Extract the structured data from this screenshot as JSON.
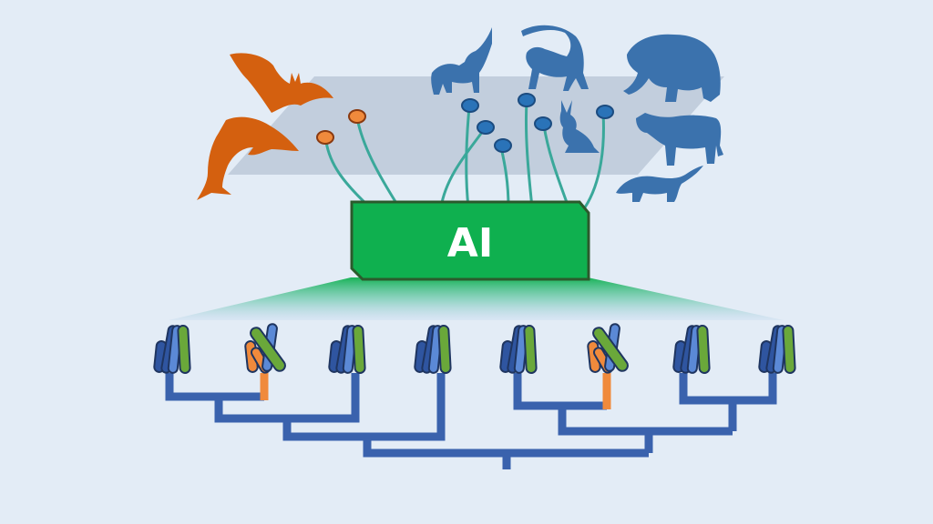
{
  "ai_box": {
    "label": "AI"
  },
  "colors": {
    "background": "#e3ecf6",
    "plane": "#bcc9d8",
    "orange": "#d4600f",
    "orange_dot": "#f08a3c",
    "blue_animal": "#3b72ad",
    "blue_dot": "#2a73b8",
    "stem": "#3aa89a",
    "ai_green": "#0fb04f",
    "ai_border": "#2b5a2c",
    "tree_blue": "#3a62ad",
    "tree_orange": "#f08a3c",
    "helix_dark": "#2f55a0",
    "helix_light": "#5b89d6",
    "helix_green": "#6aa83a"
  },
  "animals": [
    {
      "name": "bat",
      "group": "orange"
    },
    {
      "name": "dolphin",
      "group": "orange"
    },
    {
      "name": "wolf",
      "group": "blue"
    },
    {
      "name": "monkey",
      "group": "blue"
    },
    {
      "name": "elephant",
      "group": "blue"
    },
    {
      "name": "rabbit",
      "group": "blue"
    },
    {
      "name": "cow",
      "group": "blue"
    },
    {
      "name": "anteater",
      "group": "blue"
    }
  ],
  "proteins": [
    {
      "variant": "normal"
    },
    {
      "variant": "orange"
    },
    {
      "variant": "normal"
    },
    {
      "variant": "normal"
    },
    {
      "variant": "normal"
    },
    {
      "variant": "orange"
    },
    {
      "variant": "normal"
    },
    {
      "variant": "normal"
    }
  ]
}
